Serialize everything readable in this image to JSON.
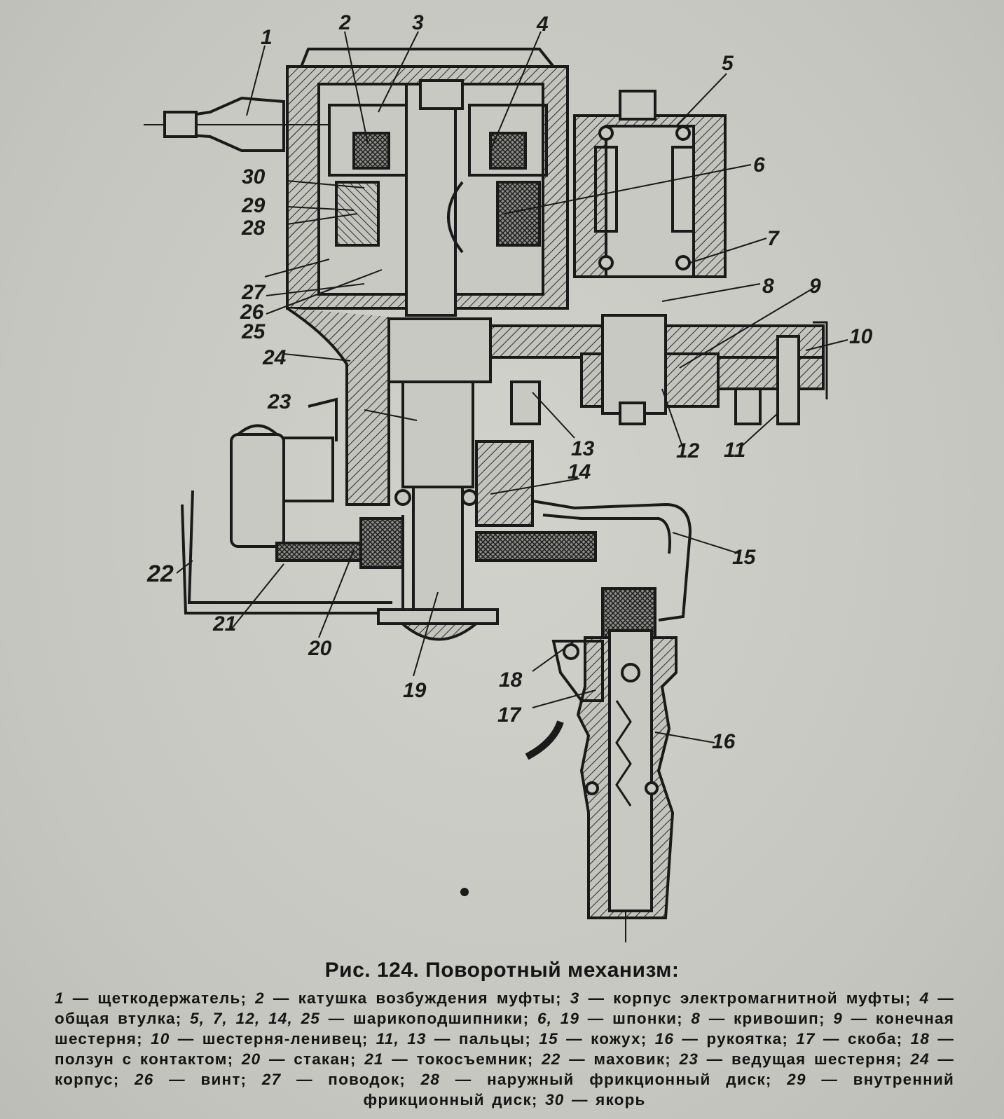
{
  "figure": {
    "labels": [
      "1",
      "2",
      "3",
      "4",
      "5",
      "6",
      "7",
      "8",
      "9",
      "10",
      "11",
      "12",
      "13",
      "14",
      "15",
      "16",
      "17",
      "18",
      "19",
      "20",
      "21",
      "22",
      "23",
      "24",
      "25",
      "26",
      "27",
      "28",
      "29",
      "30"
    ],
    "caption_title": "Рис. 124. Поворотный механизм:",
    "legend": [
      {
        "num": "1",
        "sep": " — ",
        "text": "щеткодержатель;"
      },
      {
        "num": "2",
        "sep": " — ",
        "text": "катушка возбуждения муфты;"
      },
      {
        "num": "3",
        "sep": " — ",
        "text": "корпус электромагнитной муфты;"
      },
      {
        "num": "4",
        "sep": " — ",
        "text": "общая втулка;"
      },
      {
        "num": "5, 7, 12, 14, 25",
        "sep": " — ",
        "text": "шарикоподшипники;"
      },
      {
        "num": "6, 19",
        "sep": " — ",
        "text": "шпонки;"
      },
      {
        "num": "8",
        "sep": " — ",
        "text": "кривошип;"
      },
      {
        "num": "9",
        "sep": " — ",
        "text": "конечная шестерня;"
      },
      {
        "num": "10",
        "sep": " — ",
        "text": "шестерня-ленивец;"
      },
      {
        "num": "11, 13",
        "sep": " — ",
        "text": "пальцы;"
      },
      {
        "num": "15",
        "sep": " — ",
        "text": "кожух;"
      },
      {
        "num": "16",
        "sep": " — ",
        "text": "рукоятка;"
      },
      {
        "num": "17",
        "sep": " — ",
        "text": "скоба;"
      },
      {
        "num": "18",
        "sep": " — ",
        "text": "ползун с контактом;"
      },
      {
        "num": "20",
        "sep": " — ",
        "text": "стакан;"
      },
      {
        "num": "21",
        "sep": " — ",
        "text": "токосъемник;"
      },
      {
        "num": "22",
        "sep": " — ",
        "text": "маховик;"
      },
      {
        "num": "23",
        "sep": " — ",
        "text": "ведущая шестерня;"
      },
      {
        "num": "24",
        "sep": " — ",
        "text": "корпус;"
      },
      {
        "num": "26",
        "sep": " — ",
        "text": "винт;"
      },
      {
        "num": "27",
        "sep": " — ",
        "text": "поводок;"
      },
      {
        "num": "28",
        "sep": " — ",
        "text": "наружный фрикционный диск;"
      },
      {
        "num": "29",
        "sep": " — ",
        "text": "внутренний фрикционный диск;"
      },
      {
        "num": "30",
        "sep": " — ",
        "text": "якорь"
      }
    ]
  },
  "colors": {
    "ink": "#1a1a1a",
    "paper": "#c9c9c3",
    "hatch": "#2a2a2a"
  }
}
